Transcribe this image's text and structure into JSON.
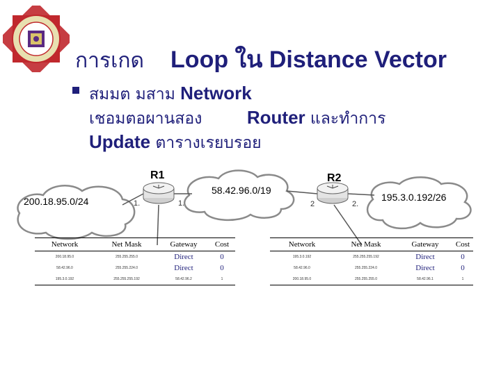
{
  "header": {
    "title_thai": "การเกด",
    "title_en": "Loop ใน Distance Vector"
  },
  "bullet": {
    "line1_th": "สมมต มสาม",
    "line1_en": "Network",
    "line2_th": "เชอมตอผานสอง",
    "line2_en": "Router",
    "line2_th2": "และทำการ",
    "line3_en": "Update",
    "line3_th": "ตารางเรยบรอย"
  },
  "diagram": {
    "router1": "R1",
    "router2": "R2",
    "network_left": "200.18.95.0/24",
    "network_middle": "58.42.96.0/19",
    "network_right": "195.3.0.192/26",
    "r1_port_left": "1.",
    "r1_port_right": "1.",
    "r2_port_left": "2",
    "r2_port_right": "2."
  },
  "table1": {
    "headers": [
      "Network",
      "Net Mask",
      "Gateway",
      "Cost"
    ],
    "rows": [
      [
        "200.18.95.0",
        "255.255.255.0",
        "Direct",
        "0"
      ],
      [
        "58.42.96.0",
        "255.255.224.0",
        "Direct",
        "0"
      ],
      [
        "195.3.0.192",
        "255.255.255.192",
        "58.42.96.2",
        "1"
      ]
    ]
  },
  "table2": {
    "headers": [
      "Network",
      "Net Mask",
      "Gateway",
      "Cost"
    ],
    "rows": [
      [
        "195.3.0.192",
        "255.255.255.192",
        "Direct",
        "0"
      ],
      [
        "58.42.96.0",
        "255.255.224.0",
        "Direct",
        "0"
      ],
      [
        "200.18.95.0",
        "255.255.255.0",
        "58.42.96.1",
        "1"
      ]
    ]
  },
  "colors": {
    "title": "#1f1f7a",
    "logo_red": "#c0282d",
    "logo_purple": "#5a2a82"
  }
}
